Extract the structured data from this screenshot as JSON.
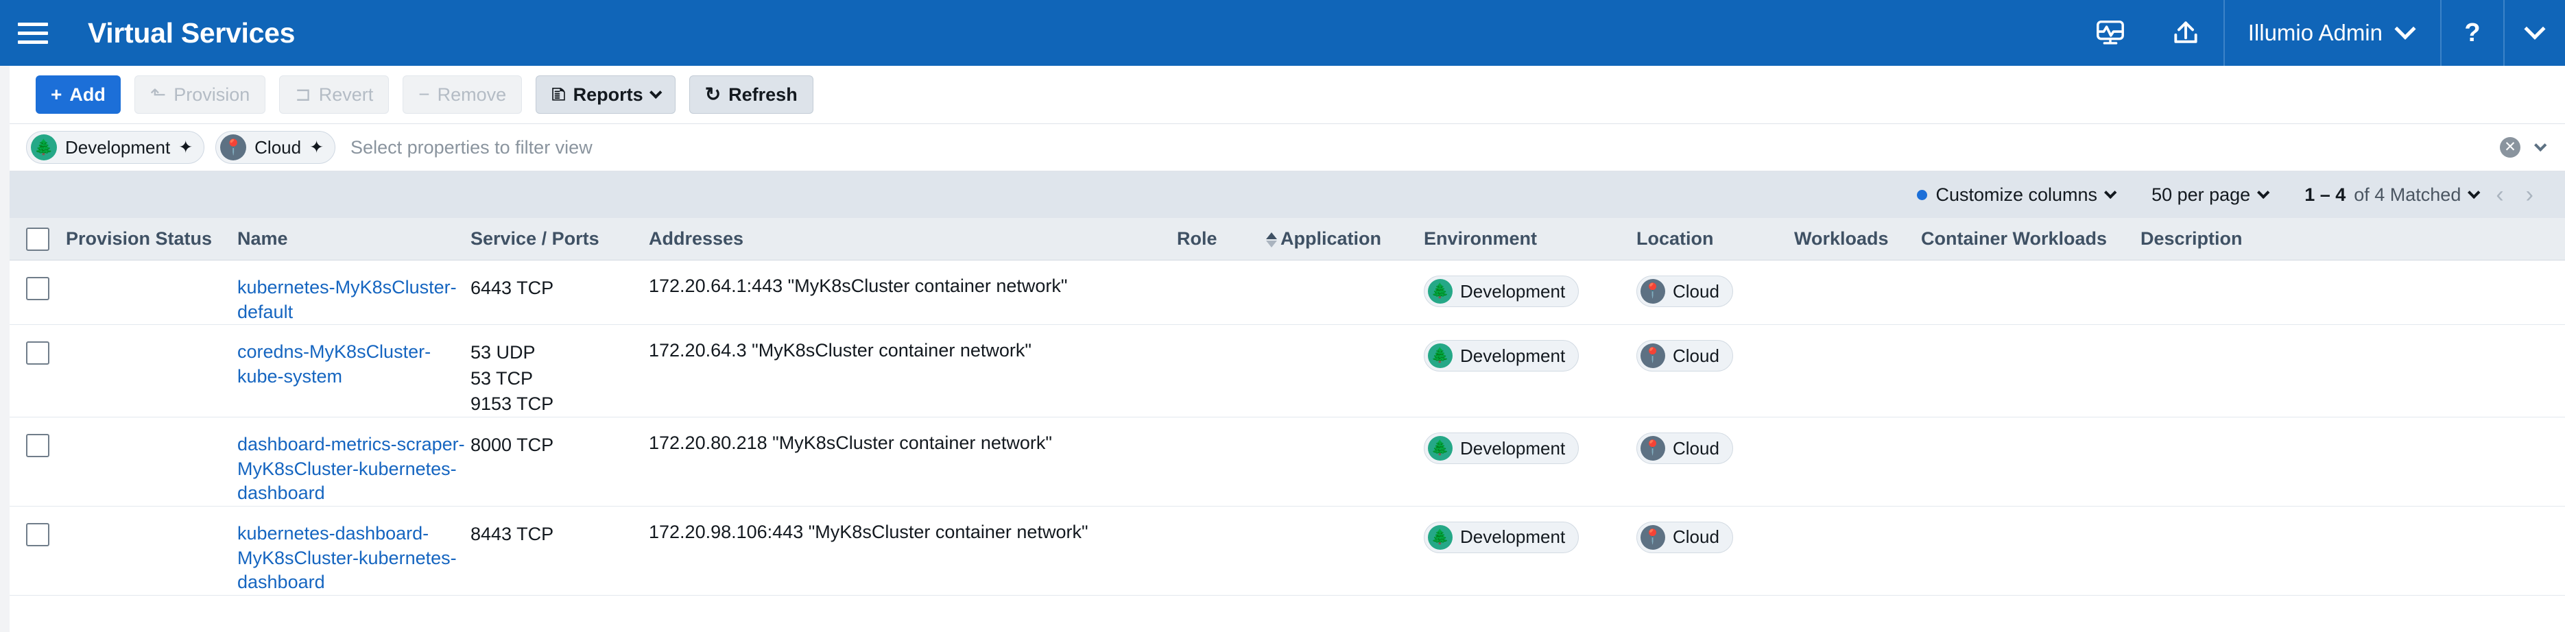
{
  "header": {
    "menu_icon": "hamburger-icon",
    "title": "Virtual Services",
    "monitor_icon": "monitor-activity-icon",
    "export_icon": "upload-export-icon",
    "user_label": "Illumio Admin",
    "help_label": "?"
  },
  "toolbar": {
    "add_label": "Add",
    "add_icon": "plus-icon",
    "provision_label": "Provision",
    "provision_icon": "provision-upload-icon",
    "revert_label": "Revert",
    "revert_icon": "revert-arrow-icon",
    "remove_label": "Remove",
    "remove_icon": "minus-icon",
    "reports_label": "Reports",
    "reports_icon": "report-page-icon",
    "refresh_label": "Refresh",
    "refresh_icon": "refresh-circular-icon"
  },
  "filter_bar": {
    "pills": [
      {
        "label": "Development",
        "icon": "tree-icon",
        "color": "#25a887",
        "pin": "✦"
      },
      {
        "label": "Cloud",
        "icon": "location-pin-icon",
        "color": "#5d7183",
        "pin": "✦"
      }
    ],
    "placeholder": "Select properties to filter view"
  },
  "control_bar": {
    "customize_columns": "Customize columns",
    "per_page": "50 per page",
    "matched_range": "1 – 4",
    "matched_of": "of 4 Matched",
    "prev_icon": "chevron-left-icon",
    "next_icon": "chevron-right-icon"
  },
  "table": {
    "columns": [
      "Provision Status",
      "Name",
      "Service / Ports",
      "Addresses",
      "Role",
      "Application",
      "Environment",
      "Location",
      "Workloads",
      "Container Workloads",
      "Description"
    ],
    "rows": [
      {
        "provision_status": "",
        "name": "kubernetes-MyK8sCluster-default",
        "ports": [
          "6443 TCP"
        ],
        "addresses": "172.20.64.1:443 \"MyK8sCluster container network\"",
        "role": "",
        "application": "",
        "environment": "Development",
        "location": "Cloud",
        "workloads": "",
        "container_workloads": "",
        "description": ""
      },
      {
        "provision_status": "",
        "name": "coredns-MyK8sCluster-kube-system",
        "ports": [
          "53 UDP",
          "53 TCP",
          "9153 TCP"
        ],
        "addresses": "172.20.64.3 \"MyK8sCluster container network\"",
        "role": "",
        "application": "",
        "environment": "Development",
        "location": "Cloud",
        "workloads": "",
        "container_workloads": "",
        "description": ""
      },
      {
        "provision_status": "",
        "name": "dashboard-metrics-scraper-MyK8sCluster-kubernetes-dashboard",
        "ports": [
          "8000 TCP"
        ],
        "addresses": "172.20.80.218 \"MyK8sCluster container network\"",
        "role": "",
        "application": "",
        "environment": "Development",
        "location": "Cloud",
        "workloads": "",
        "container_workloads": "",
        "description": ""
      },
      {
        "provision_status": "",
        "name": "kubernetes-dashboard-MyK8sCluster-kubernetes-dashboard",
        "ports": [
          "8443 TCP"
        ],
        "addresses": "172.20.98.106:443 \"MyK8sCluster container network\"",
        "role": "",
        "application": "",
        "environment": "Development",
        "location": "Cloud",
        "workloads": "",
        "container_workloads": "",
        "description": ""
      }
    ]
  },
  "colors": {
    "header_blue": "#1065b8",
    "primary_blue": "#1c6fd8",
    "link_blue": "#1565c0",
    "env_green": "#25a887",
    "loc_slate": "#5d7183"
  }
}
